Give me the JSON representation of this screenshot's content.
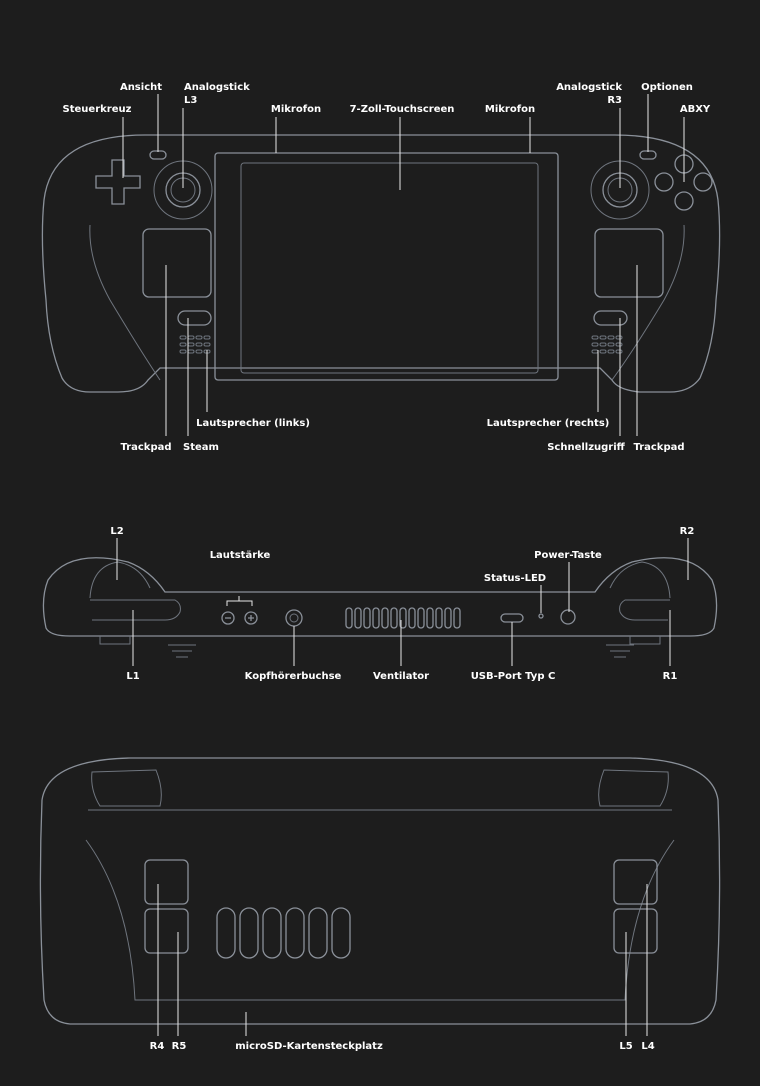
{
  "front": {
    "steuerkreuz": "Steuerkreuz",
    "ansicht": "Ansicht",
    "analogstick_l3_line1": "Analogstick",
    "analogstick_l3_line2": "L3",
    "mikrofon_left": "Mikrofon",
    "touchscreen": "7-Zoll-Touchscreen",
    "mikrofon_right": "Mikrofon",
    "analogstick_r3_line1": "Analogstick",
    "analogstick_r3_line2": "R3",
    "optionen": "Optionen",
    "abxy": "ABXY",
    "lautsprecher_links": "Lautsprecher (links)",
    "lautsprecher_rechts": "Lautsprecher (rechts)",
    "trackpad_left": "Trackpad",
    "steam": "Steam",
    "schnellzugriff": "Schnellzugriff",
    "trackpad_right": "Trackpad"
  },
  "top": {
    "l2": "L2",
    "r2": "R2",
    "lautstaerke": "Lautstärke",
    "power_taste": "Power-Taste",
    "status_led": "Status-LED",
    "l1": "L1",
    "kopfhoererbuchse": "Kopfhörerbuchse",
    "ventilator": "Ventilator",
    "usb_port": "USB-Port Typ C",
    "r1": "R1"
  },
  "back": {
    "r4": "R4",
    "r5": "R5",
    "microsd": "microSD-Kartensteckplatz",
    "l5": "L5",
    "l4": "L4"
  },
  "colors": {
    "background": "#1d1d1d",
    "outline": "#8a9099",
    "label": "#ffffff"
  }
}
